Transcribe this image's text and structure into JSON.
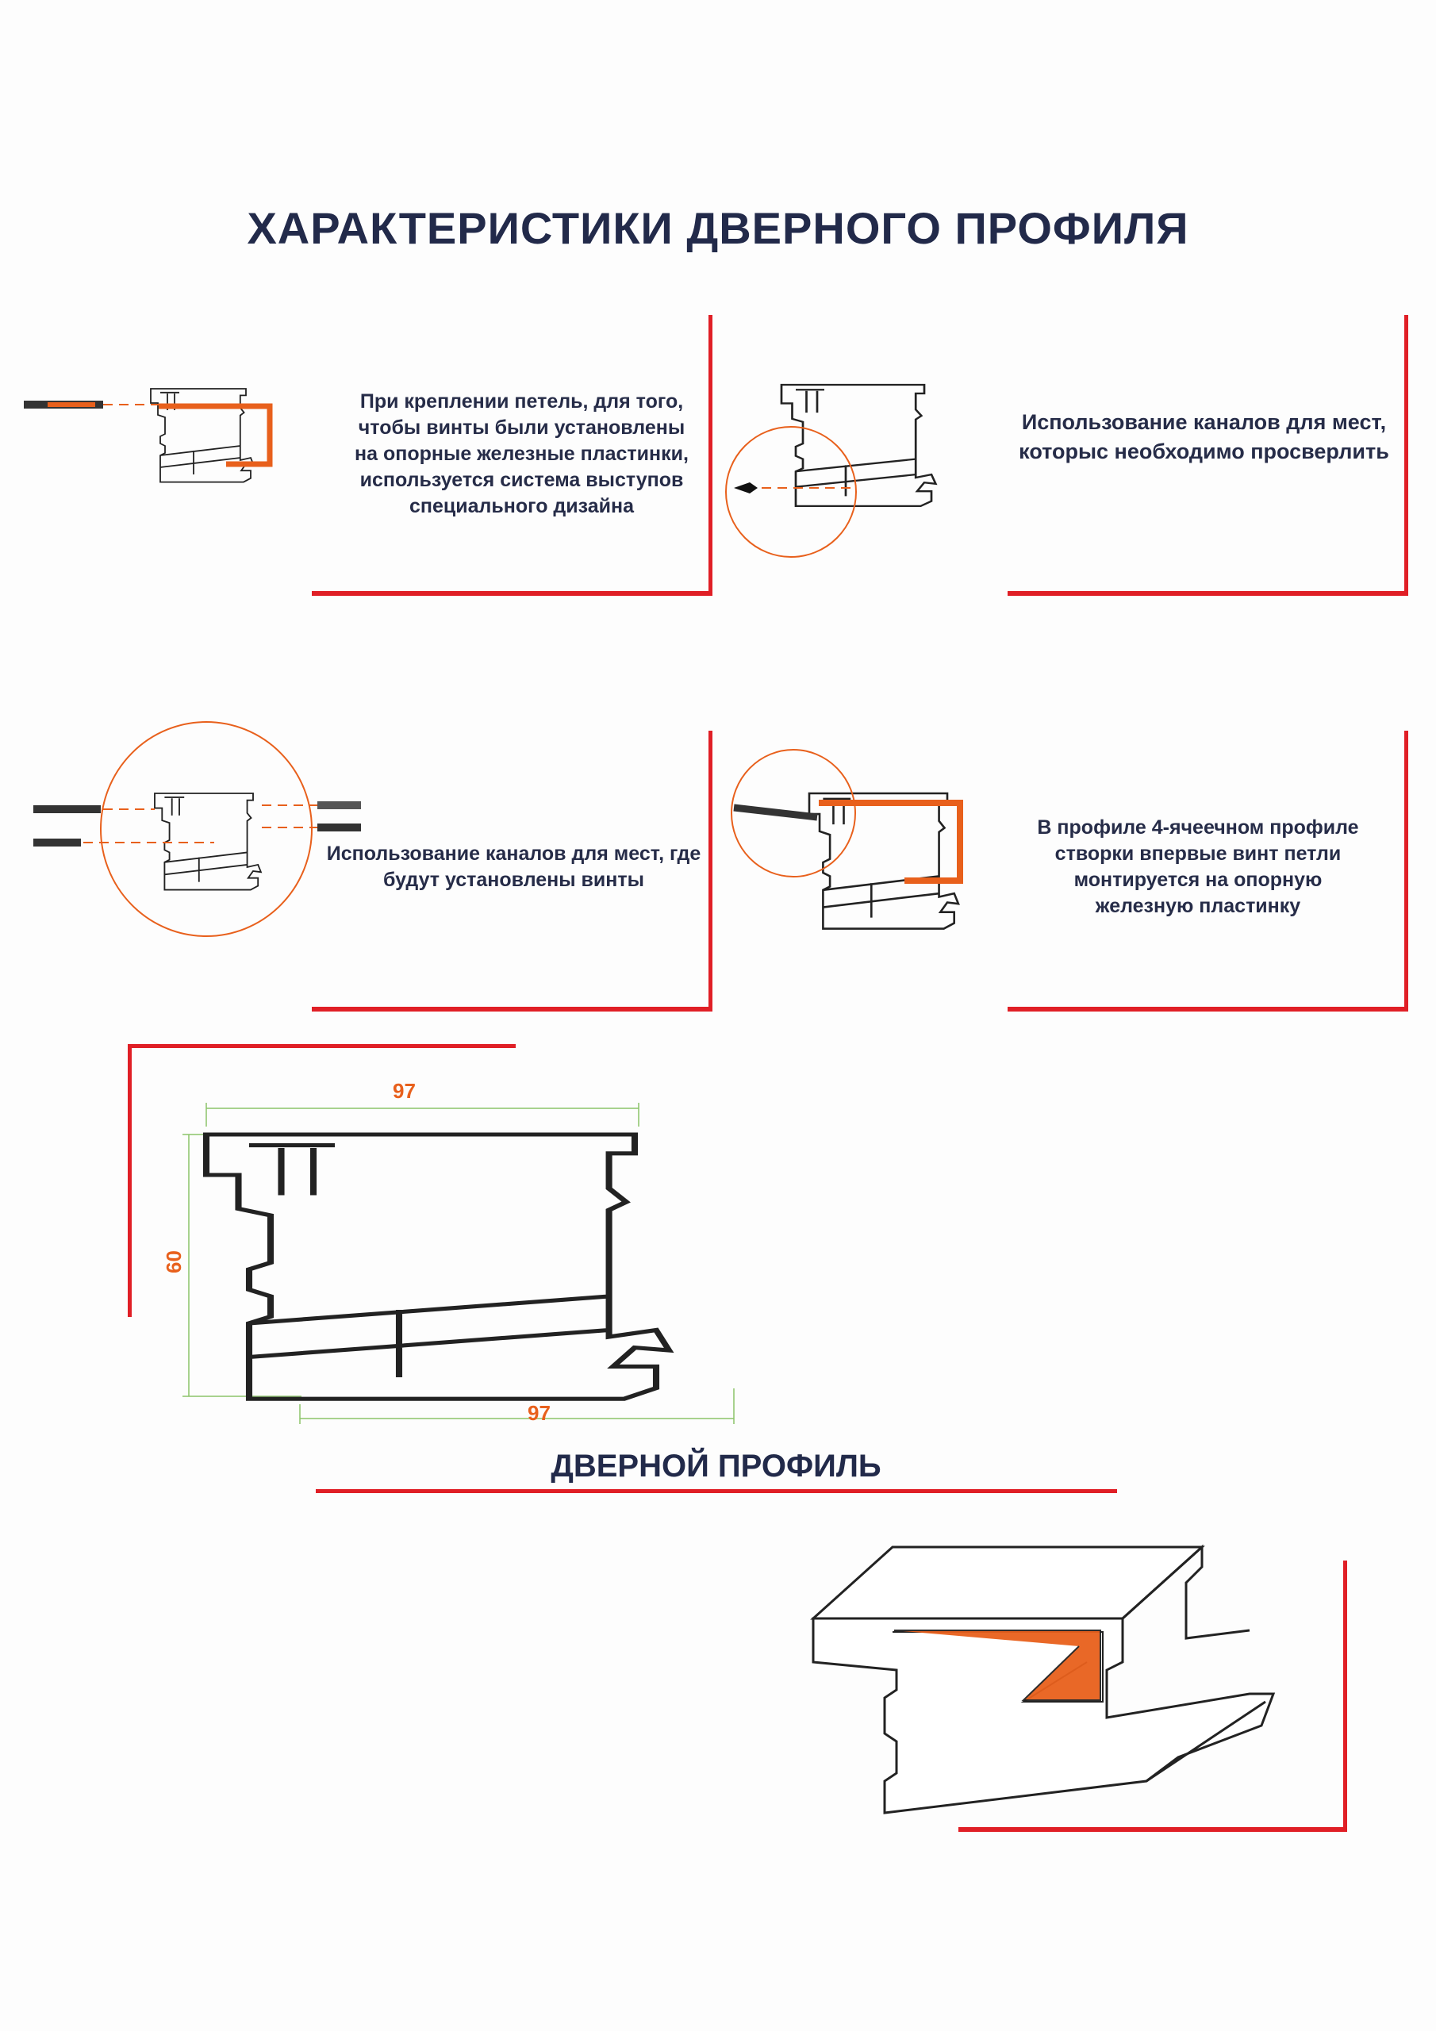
{
  "title": "ХАРАКТЕРИСТИКИ ДВЕРНОГО ПРОФИЛЯ",
  "panels": [
    {
      "lines": [
        "При креплении петель, для того,",
        "чтобы винты были установлены",
        "на опорные железные пластинки,",
        "используется система выступов",
        "специального дизайна"
      ]
    },
    {
      "lines": [
        "Использование каналов для мест,",
        "которыс необходимо просверлить"
      ]
    },
    {
      "lines": [
        "Использование каналов для мест, где",
        "будут установлены винты"
      ]
    },
    {
      "lines": [
        "В профиле 4-ячеечном профиле",
        "створки впервые винт петли",
        "монтируется на опорную",
        "железную пластинку"
      ]
    }
  ],
  "dimensions": {
    "top_width": "97",
    "height": "60",
    "bottom_width": "97"
  },
  "section_title": "ДВЕРНОЙ ПРОФИЛЬ",
  "colors": {
    "accent_red": "#e01f26",
    "orange": "#e8601c",
    "navy": "#222a4a",
    "dim_green": "#8cc36a"
  }
}
